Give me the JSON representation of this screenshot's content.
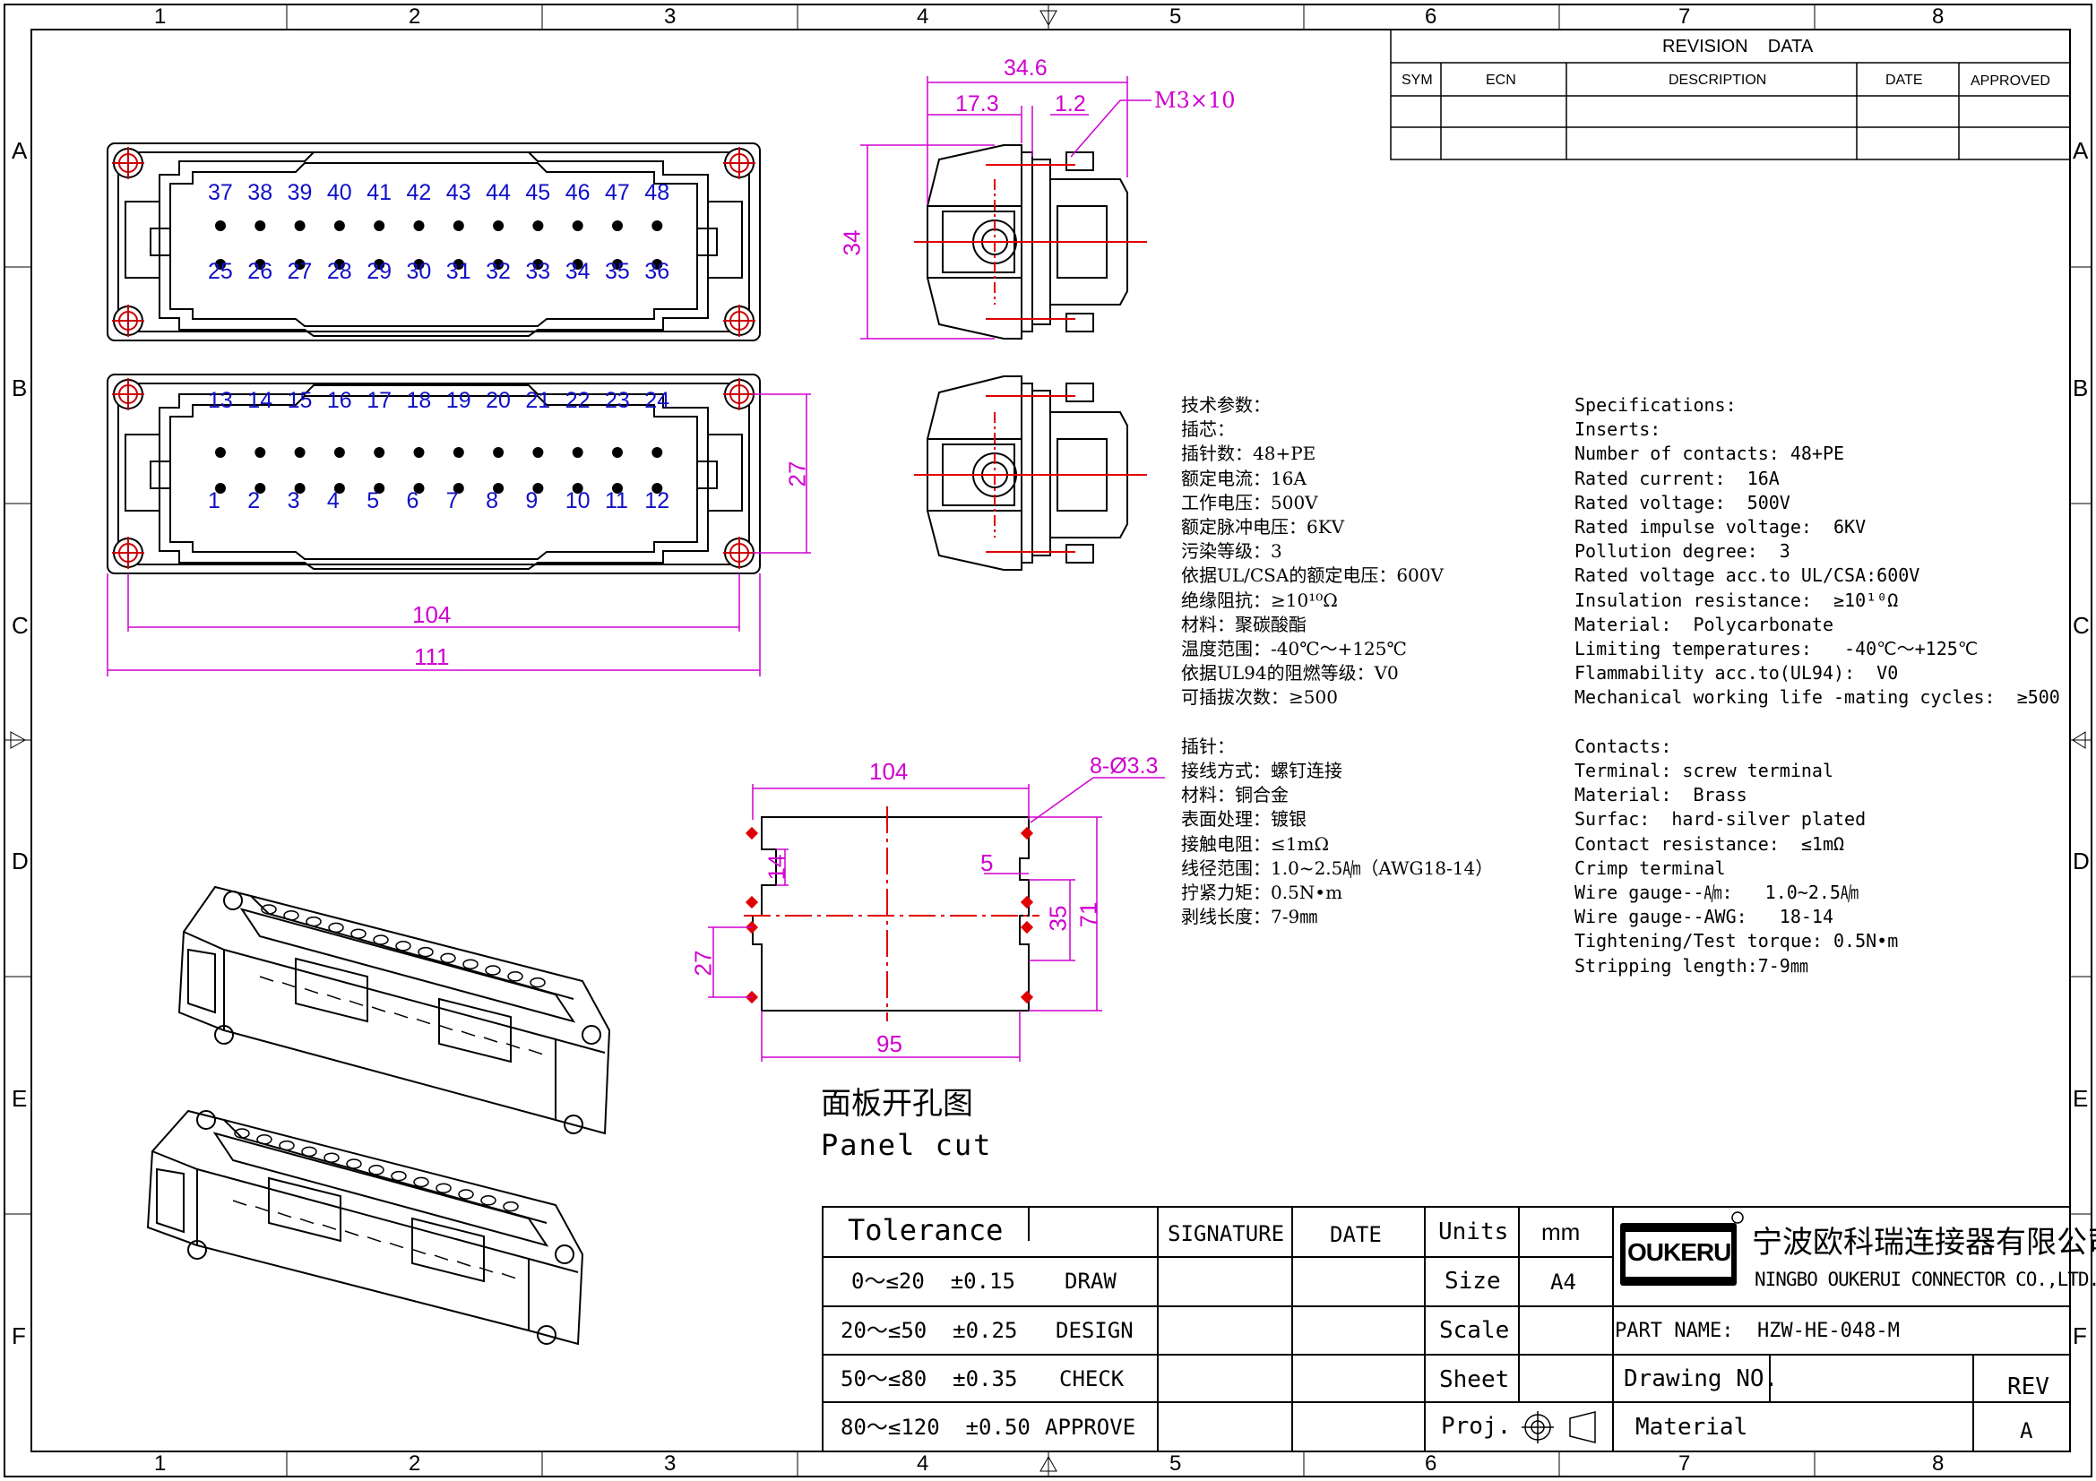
{
  "frame": {
    "col_numbers": [
      "1",
      "2",
      "3",
      "4",
      "5",
      "6",
      "7",
      "8"
    ],
    "row_letters": [
      "A",
      "B",
      "C",
      "D",
      "E",
      "F"
    ]
  },
  "revision": {
    "title": "REVISION    DATA",
    "headers": [
      "SYM",
      "ECN",
      "DESCRIPTION",
      "DATE",
      "APPROVED"
    ]
  },
  "front_view": {
    "top_row_numbers": [
      "37",
      "38",
      "39",
      "40",
      "41",
      "42",
      "43",
      "44",
      "45",
      "46",
      "47",
      "48"
    ],
    "top_row_numbers_bottom": [
      "25",
      "26",
      "27",
      "28",
      "29",
      "30",
      "31",
      "32",
      "33",
      "34",
      "35",
      "36"
    ],
    "bottom_row_numbers_top": [
      "13",
      "14",
      "15",
      "16",
      "17",
      "18",
      "19",
      "20",
      "21",
      "22",
      "23",
      "24"
    ],
    "bottom_row_numbers_bottom": [
      "1",
      "2",
      "3",
      "4",
      "5",
      "6",
      "7",
      "8",
      "9",
      "10",
      "11",
      "12"
    ],
    "dim_104": "104",
    "dim_111": "111",
    "dim_27": "27"
  },
  "side_view": {
    "dim_34_6": "34.6",
    "dim_17_3": "17.3",
    "dim_1_2": "1.2",
    "thread": "M3×10",
    "dim_34": "34"
  },
  "panel_cut": {
    "dim_104": "104",
    "holes": "8-Ø3.3",
    "dim_5": "5",
    "dim_14": "14",
    "dim_35": "35",
    "dim_71": "71",
    "dim_27": "27",
    "dim_95": "95",
    "caption_cn": "面板开孔图",
    "caption_en": "Panel cut"
  },
  "specs_cn": [
    "技术参数：",
    "插芯：",
    "插针数：48+PE",
    "额定电流：16A",
    "工作电压：500V",
    "额定脉冲电压：6KV",
    "污染等级：3",
    "依据UL/CSA的额定电压：600V",
    "绝缘阻抗：≥10¹⁰Ω",
    "材料：聚碳酸酯",
    "温度范围：-40℃～+125℃",
    "依据UL94的阻燃等级：V0",
    "可插拔次数：≥500",
    "",
    "插针：",
    "接线方式：螺钉连接",
    "材料：铜合金",
    "表面处理：镀银",
    "接触电阻：≤1mΩ",
    "线径范围：1.0~2.5㏟（AWG18-14）",
    "拧紧力矩：0.5N•m",
    "剥线长度：7-9㎜"
  ],
  "specs_en": [
    "Specifications:",
    "Inserts:",
    "Number of contacts: 48+PE",
    "Rated current:  16A",
    "Rated voltage:  500V",
    "Rated impulse voltage:  6KV",
    "Pollution degree:  3",
    "Rated voltage acc.to UL/CSA:600V",
    "Insulation resistance:  ≥10¹⁰Ω",
    "Material:  Polycarbonate",
    "Limiting temperatures:   -40℃～+125℃",
    "Flammability acc.to(UL94):  V0",
    "Mechanical working life -mating cycles:  ≥500",
    "",
    "Contacts:",
    "Terminal: screw terminal",
    "Material:  Brass",
    "Surfac:  hard-silver plated",
    "Contact resistance:  ≤1mΩ",
    "Crimp terminal",
    "Wire gauge--㏟:   1.0~2.5㏟",
    "Wire gauge--AWG:   18-14",
    "Tightening/Test torque: 0.5N•m",
    "Stripping length:7-9㎜"
  ],
  "title_block": {
    "tolerance": "Tolerance",
    "signature": "SIGNATURE",
    "date": "DATE",
    "units": "Units",
    "units_val": "mm",
    "tol_rows": [
      "0～≤20  ±0.15",
      "20～≤50  ±0.25",
      "50～≤80  ±0.35",
      "80～≤120  ±0.50"
    ],
    "roles": [
      "DRAW",
      "DESIGN",
      "CHECK",
      "APPROVE"
    ],
    "size": "Size",
    "size_val": "A4",
    "scale": "Scale",
    "sheet": "Sheet",
    "proj": "Proj.",
    "logo": "OUKERUI",
    "company_cn": "宁波欧科瑞连接器有限公司",
    "company_en": "NINGBO OUKERUI CONNECTOR CO.,LTD.",
    "part_name": "PART NAME:  HZW-HE-048-M",
    "drawing_no": "Drawing NO.",
    "rev": "REV",
    "rev_val": "A",
    "material": "Material"
  },
  "colors": {
    "dimension": "#d000d0",
    "pin_numbers": "#1010c8",
    "centerline": "#e00000"
  }
}
